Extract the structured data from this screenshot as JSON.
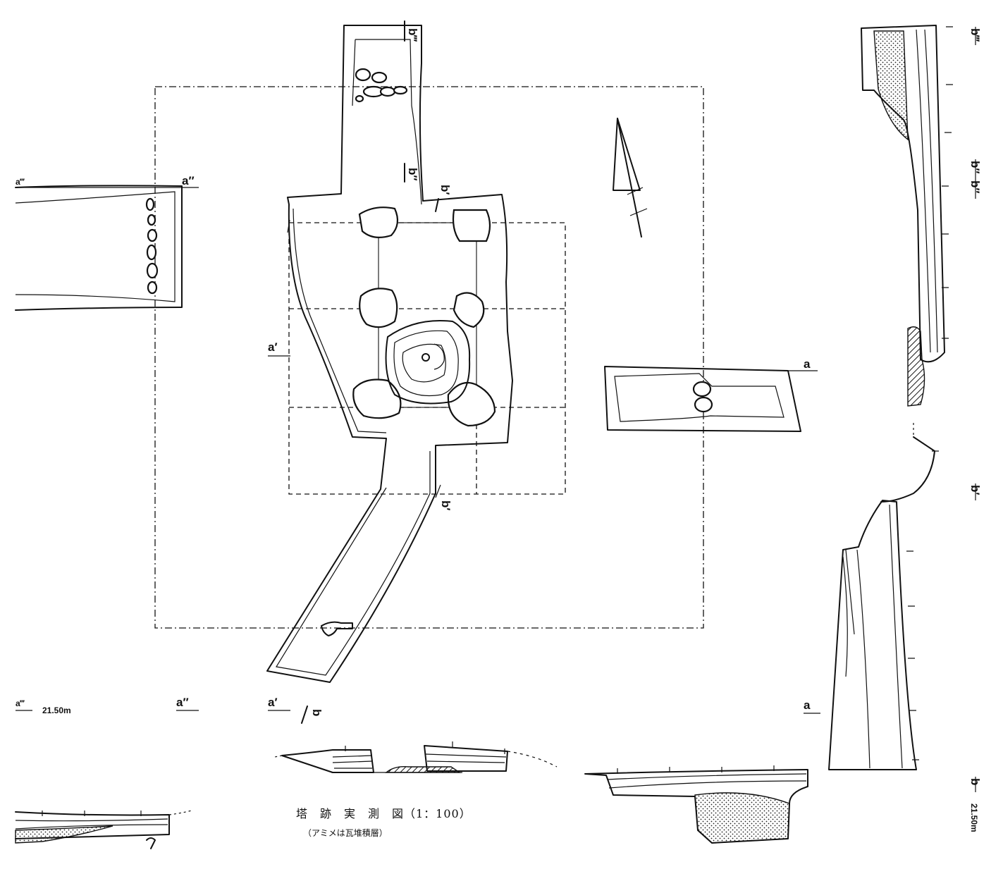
{
  "caption": {
    "title": "塔　跡　実　測　図（1：100）",
    "subtitle": "（アミメは瓦堆積層）"
  },
  "labels": {
    "a_triple_top": "a‴",
    "a_double_top": "a″",
    "a_prime_mid": "a′",
    "a_right": "a",
    "b_top_a": "b‴",
    "b_top_b": "b″",
    "b_prime_bottom": "b′",
    "b_bottom_trench": "b",
    "b_double_right": "b″",
    "b_triple_right": "b‴",
    "b_single_prime_right": "b′",
    "b_plain_right": "b",
    "a_triple_section": "a‴",
    "a_double_section": "a″",
    "a_prime_section": "a′",
    "a_section_right": "a",
    "elevation_left": "21.50m",
    "elevation_right": "21.50m"
  }
}
